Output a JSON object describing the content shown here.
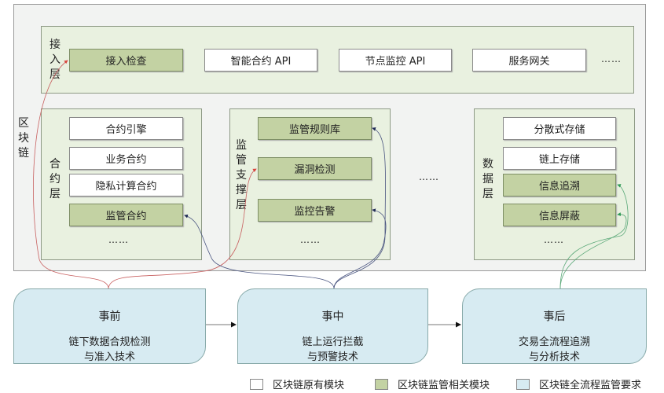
{
  "blockchain_label": "区块链",
  "access_layer": {
    "label": "接入层",
    "items": [
      "接入检查",
      "智能合约 API",
      "节点监控 API",
      "服务网关"
    ],
    "more": "……"
  },
  "contract_layer": {
    "label": "合约层",
    "items": [
      "合约引擎",
      "业务合约",
      "隐私计算合约",
      "监管合约"
    ],
    "more": "……"
  },
  "supervision_layer": {
    "label": "监管支撑层",
    "items": [
      "监管规则库",
      "漏洞检测",
      "监控告警"
    ],
    "more": "……"
  },
  "middle_more": "……",
  "data_layer": {
    "label": "数据层",
    "items": [
      "分散式存储",
      "链上存储",
      "信息追溯",
      "信息屏蔽"
    ],
    "more": "……"
  },
  "stages": [
    {
      "title": "事前",
      "line1": "链下数据合规检测",
      "line2": "与准入技术"
    },
    {
      "title": "事中",
      "line1": "链上运行拦截",
      "line2": "与预警技术"
    },
    {
      "title": "事后",
      "line1": "交易全流程追溯",
      "line2": "与分析技术"
    }
  ],
  "legend": [
    "区块链原有模块",
    "区块链监管相关模块",
    "区块链全流程监管要求"
  ],
  "colors": {
    "original": "#ffffff",
    "supervision": "#c3d2a3",
    "requirement": "#d7ebf2"
  }
}
